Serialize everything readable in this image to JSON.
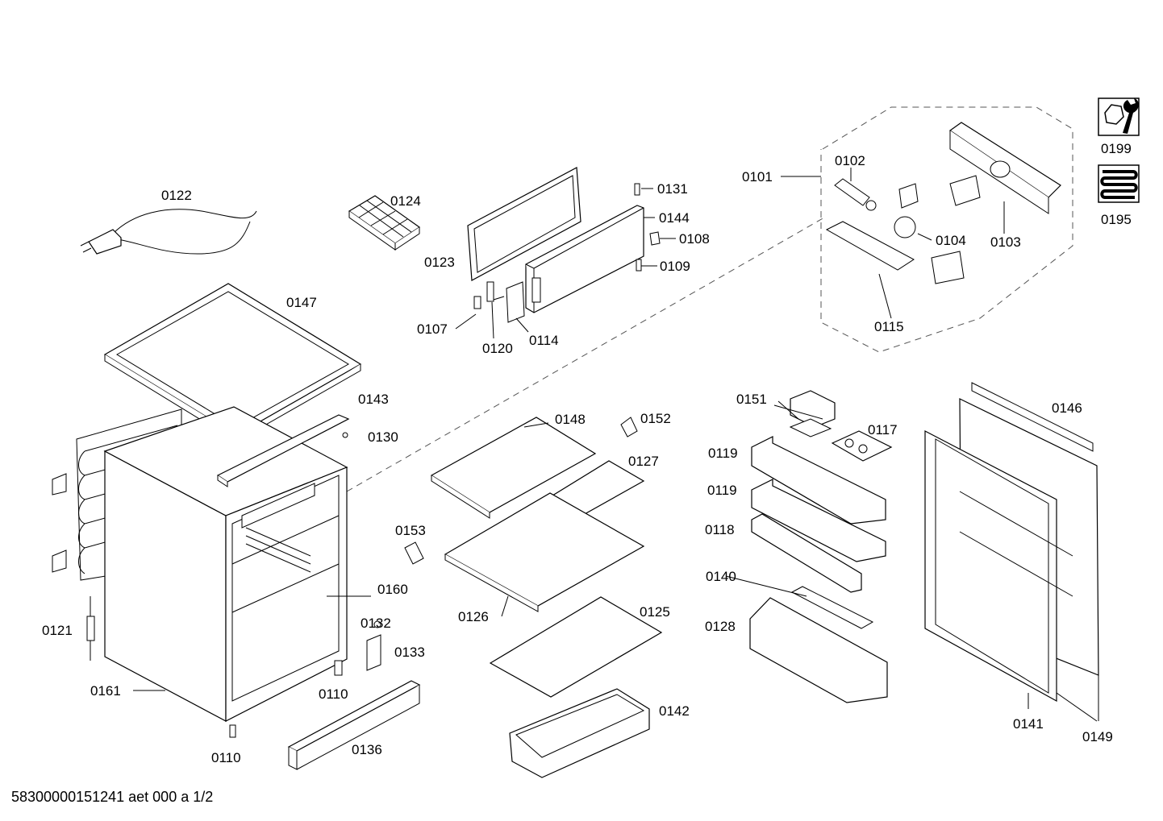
{
  "parts": {
    "p0101": "0101",
    "p0102": "0102",
    "p0103": "0103",
    "p0104": "0104",
    "p0107": "0107",
    "p0108": "0108",
    "p0109": "0109",
    "p0110a": "0110",
    "p0110b": "0110",
    "p0114": "0114",
    "p0115": "0115",
    "p0117": "0117",
    "p0118": "0118",
    "p0119a": "0119",
    "p0119b": "0119",
    "p0120": "0120",
    "p0121": "0121",
    "p0122": "0122",
    "p0123": "0123",
    "p0124": "0124",
    "p0125": "0125",
    "p0126": "0126",
    "p0127": "0127",
    "p0128": "0128",
    "p0130": "0130",
    "p0131": "0131",
    "p0132": "0132",
    "p0133": "0133",
    "p0136": "0136",
    "p0140": "0140",
    "p0141": "0141",
    "p0142": "0142",
    "p0143": "0143",
    "p0144": "0144",
    "p0146": "0146",
    "p0147": "0147",
    "p0148": "0148",
    "p0149": "0149",
    "p0151": "0151",
    "p0152": "0152",
    "p0153": "0153",
    "p0160": "0160",
    "p0161": "0161",
    "p0195": "0195",
    "p0199": "0199"
  },
  "footer": "58300000151241 aet 000 a 1/2",
  "icons": [
    "wrench-nut-icon",
    "heat-coil-icon"
  ]
}
